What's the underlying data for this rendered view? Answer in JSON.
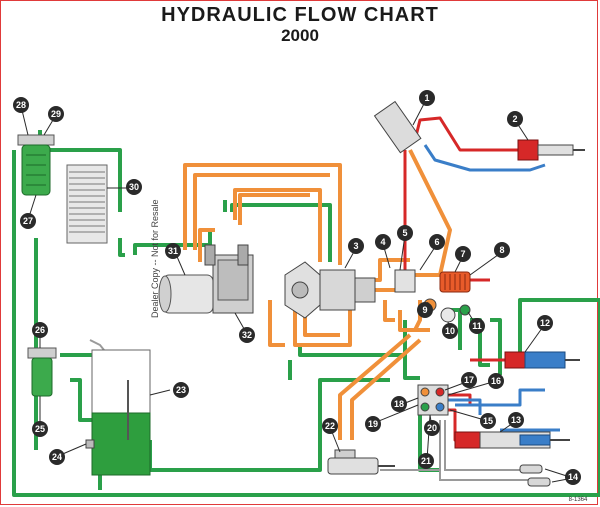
{
  "title": "HYDRAULIC FLOW CHART",
  "subtitle": "2000",
  "watermark": "Dealer Copy -- Not for Resale",
  "figure_code": "8-1364",
  "colors": {
    "pressure": "#e85b2a",
    "supply": "#f0903a",
    "return": "#2aa04a",
    "cylinder_red": "#d62828",
    "cylinder_blue": "#3a7ec8",
    "tank_fill": "#2e9e3e",
    "callout": "#2a2a2a"
  },
  "callouts": [
    "1",
    "2",
    "3",
    "4",
    "5",
    "6",
    "7",
    "8",
    "9",
    "10",
    "11",
    "12",
    "13",
    "14",
    "15",
    "16",
    "17",
    "18",
    "19",
    "20",
    "21",
    "22",
    "23",
    "24",
    "25",
    "26",
    "27",
    "28",
    "29",
    "30",
    "31",
    "32"
  ]
}
